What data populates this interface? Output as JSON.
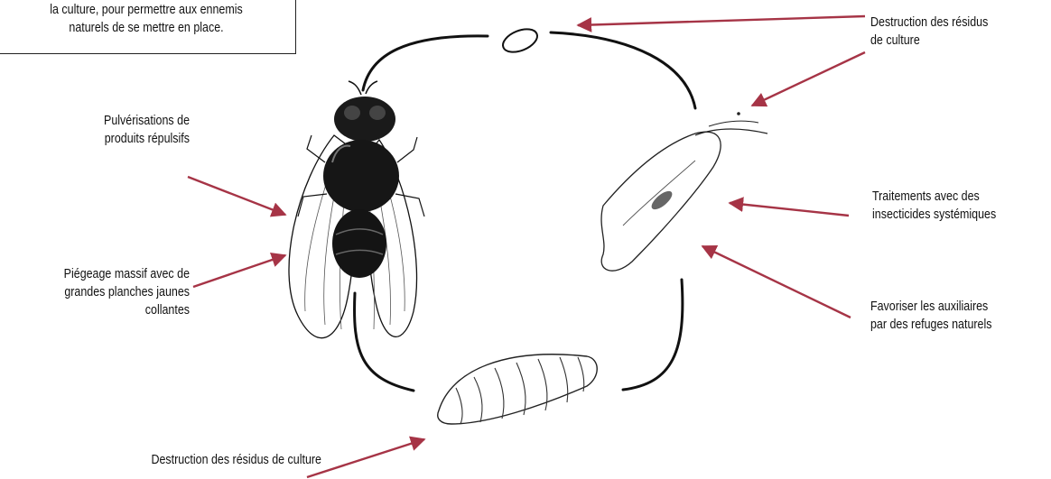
{
  "note_box": {
    "lines": [
      "la culture, pour permettre aux ennemis",
      "naturels de se mettre en place."
    ]
  },
  "labels": {
    "repellent": [
      "Pulvérisations de",
      "produits répulsifs"
    ],
    "trapping": [
      "Piégeage massif avec de",
      "grandes planches jaunes",
      "collantes"
    ],
    "residues_bottom": [
      "Destruction des résidus de culture"
    ],
    "residues_top": [
      "Destruction des résidus",
      "de culture"
    ],
    "systemic": [
      "Traitements avec des",
      "insecticides systémiques"
    ],
    "auxiliaries": [
      "Favoriser les auxiliaires",
      "par des refuges naturels"
    ]
  },
  "illustration_parts": [
    "egg",
    "fly",
    "pupa",
    "larva"
  ],
  "colors": {
    "arrow": "#A63446",
    "cycle_line": "#111111",
    "text": "#111111"
  }
}
